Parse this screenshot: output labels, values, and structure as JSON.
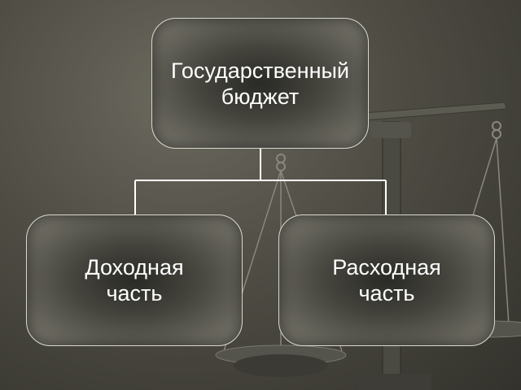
{
  "diagram": {
    "root": {
      "label": "Государственный\nбюджет"
    },
    "children": [
      {
        "label": "Доходная\nчасть"
      },
      {
        "label": "Расходная\nчасть"
      }
    ]
  },
  "colors": {
    "node_border": "#d8d8d0",
    "connector": "#ffffff",
    "text": "#ffffff"
  }
}
